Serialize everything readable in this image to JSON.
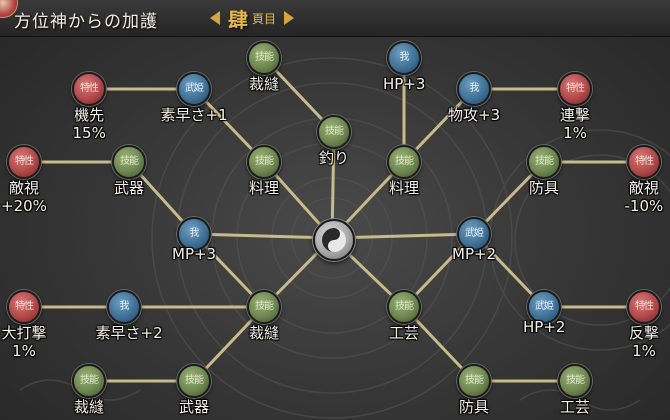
{
  "header": {
    "title": "方位神からの加護",
    "page_char": "肆",
    "page_suffix": "頁目"
  },
  "node_types": {
    "skill": "技能",
    "trait": "特性",
    "stat": "我",
    "martial": "武姫"
  },
  "colors": {
    "skill": "#6d8650",
    "trait": "#b04848",
    "stat": "#3f7197",
    "line": "#c8ba8a"
  },
  "nodes": [
    {
      "id": "kisaki",
      "type": "trait",
      "color": "red",
      "label": "機先",
      "value": "15%"
    },
    {
      "id": "subaya1",
      "type": "martial",
      "color": "blue",
      "label": "素早さ+1",
      "value": ""
    },
    {
      "id": "saiho_top",
      "type": "skill",
      "color": "green",
      "label": "裁縫",
      "value": ""
    },
    {
      "id": "tsuri",
      "type": "skill",
      "color": "green",
      "label": "釣り",
      "value": ""
    },
    {
      "id": "hp3",
      "type": "stat",
      "color": "blue",
      "label": "HP+3",
      "value": ""
    },
    {
      "id": "butsu",
      "type": "stat",
      "color": "blue",
      "label": "物攻+3",
      "value": ""
    },
    {
      "id": "rengeki",
      "type": "trait",
      "color": "red",
      "label": "連撃",
      "value": "1%"
    },
    {
      "id": "teki1",
      "type": "trait",
      "color": "red",
      "label": "敵視",
      "value": "+20%"
    },
    {
      "id": "buki_l",
      "type": "skill",
      "color": "green",
      "label": "武器",
      "value": ""
    },
    {
      "id": "ryori_l",
      "type": "skill",
      "color": "green",
      "label": "料理",
      "value": ""
    },
    {
      "id": "ryori_r",
      "type": "skill",
      "color": "green",
      "label": "料理",
      "value": ""
    },
    {
      "id": "bougu_r",
      "type": "skill",
      "color": "green",
      "label": "防具",
      "value": ""
    },
    {
      "id": "teki2",
      "type": "trait",
      "color": "red",
      "label": "敵視",
      "value": "-10%"
    },
    {
      "id": "mp3",
      "type": "stat",
      "color": "blue",
      "label": "MP+3",
      "value": ""
    },
    {
      "id": "mp2",
      "type": "martial",
      "color": "blue",
      "label": "MP+2",
      "value": ""
    },
    {
      "id": "daida",
      "type": "trait",
      "color": "red",
      "label": "大打撃",
      "value": "1%"
    },
    {
      "id": "subaya2",
      "type": "stat",
      "color": "blue",
      "label": "素早さ+2",
      "value": ""
    },
    {
      "id": "saiho_mid",
      "type": "skill",
      "color": "green",
      "label": "裁縫",
      "value": ""
    },
    {
      "id": "kogei_mid",
      "type": "skill",
      "color": "green",
      "label": "工芸",
      "value": ""
    },
    {
      "id": "hp2",
      "type": "martial",
      "color": "blue",
      "label": "HP+2",
      "value": ""
    },
    {
      "id": "hangeki",
      "type": "trait",
      "color": "red",
      "label": "反撃",
      "value": "1%"
    },
    {
      "id": "saiho_bot",
      "type": "skill",
      "color": "green",
      "label": "裁縫",
      "value": ""
    },
    {
      "id": "buki_bot",
      "type": "skill",
      "color": "green",
      "label": "武器",
      "value": ""
    },
    {
      "id": "bougu_bot",
      "type": "skill",
      "color": "green",
      "label": "防具",
      "value": ""
    },
    {
      "id": "kogei_bot",
      "type": "skill",
      "color": "green",
      "label": "工芸",
      "value": ""
    }
  ],
  "links": [
    [
      "center",
      "ryori_l"
    ],
    [
      "center",
      "tsuri"
    ],
    [
      "center",
      "ryori_r"
    ],
    [
      "center",
      "mp3"
    ],
    [
      "center",
      "mp2"
    ],
    [
      "center",
      "saiho_mid"
    ],
    [
      "center",
      "kogei_mid"
    ],
    [
      "ryori_l",
      "subaya1"
    ],
    [
      "subaya1",
      "kisaki"
    ],
    [
      "tsuri",
      "saiho_top"
    ],
    [
      "ryori_r",
      "hp3"
    ],
    [
      "ryori_r",
      "butsu"
    ],
    [
      "butsu",
      "rengeki"
    ],
    [
      "mp3",
      "buki_l"
    ],
    [
      "buki_l",
      "teki1"
    ],
    [
      "mp3",
      "saiho_mid"
    ],
    [
      "saiho_mid",
      "subaya2"
    ],
    [
      "subaya2",
      "daida"
    ],
    [
      "saiho_mid",
      "buki_bot"
    ],
    [
      "buki_bot",
      "saiho_bot"
    ],
    [
      "mp2",
      "bougu_r"
    ],
    [
      "bougu_r",
      "teki2"
    ],
    [
      "mp2",
      "kogei_mid"
    ],
    [
      "mp2",
      "hp2"
    ],
    [
      "hp2",
      "hangeki"
    ],
    [
      "kogei_mid",
      "bougu_bot"
    ],
    [
      "bougu_bot",
      "kogei_bot"
    ]
  ]
}
